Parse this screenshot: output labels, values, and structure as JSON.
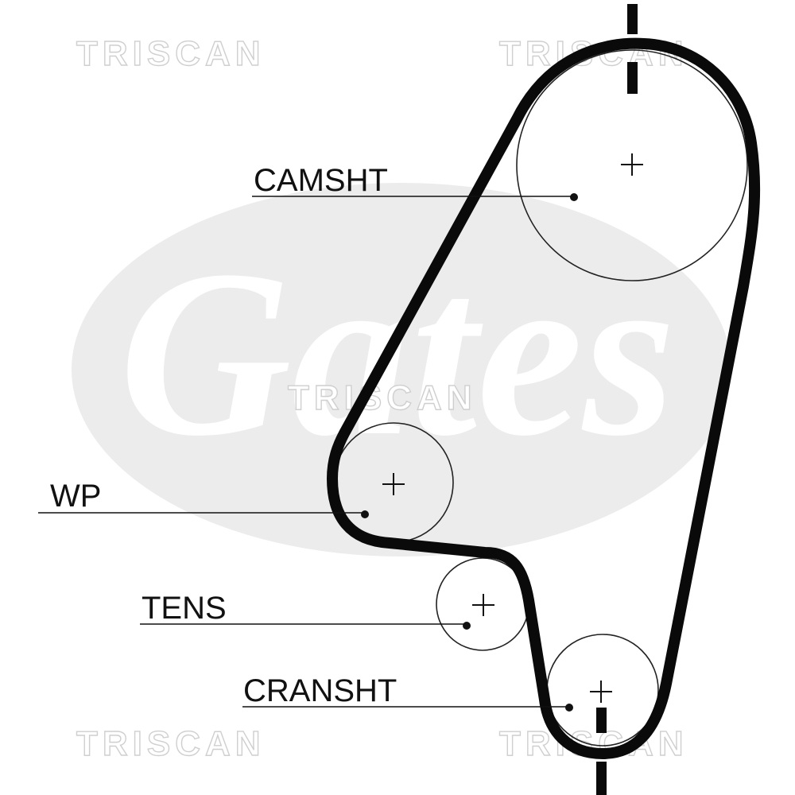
{
  "watermark": {
    "text": "TRISCAN",
    "logo_text": "Gates"
  },
  "labels": {
    "camshaft": "CAMSHT",
    "water_pump": "WP",
    "tensioner": "TENS",
    "crankshaft": "CRANSHT"
  },
  "colors": {
    "belt": "#0a0a0a",
    "watermark_logo": "#ebebeb",
    "watermark_text": "#cfcfcf"
  }
}
